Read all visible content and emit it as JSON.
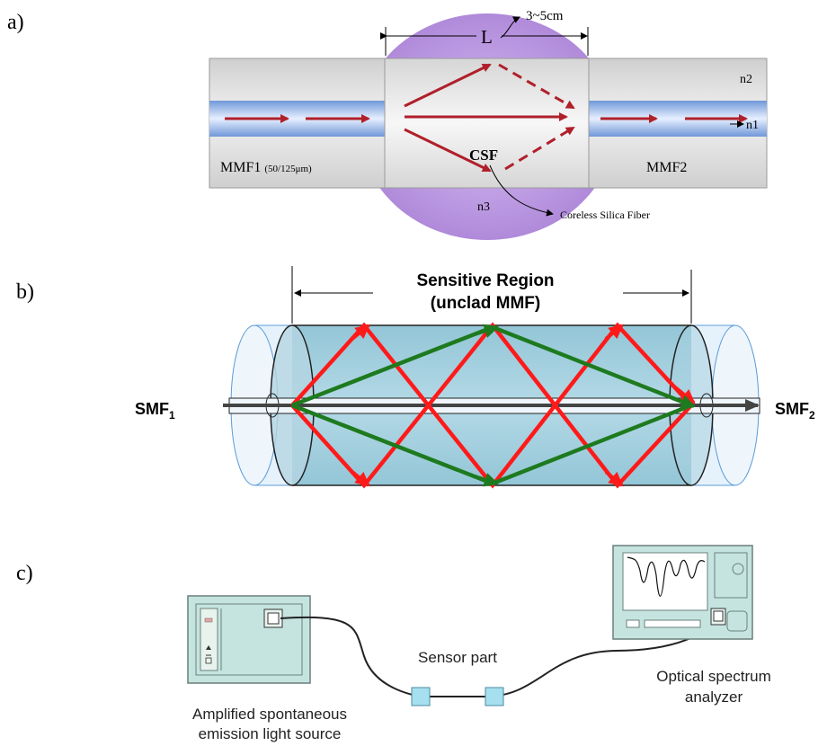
{
  "panels": {
    "a": {
      "tag": "a)",
      "length_label": "L",
      "length_value": "3~5cm",
      "left_fiber": "MMF1",
      "left_fiber_spec": "(50/125μm)",
      "right_fiber": "MMF2",
      "center_label": "CSF",
      "index_n1": "n1",
      "index_n2": "n2",
      "index_n3": "n3",
      "callout": "Coreless Silica Fiber"
    },
    "b": {
      "tag": "b)",
      "title_line1": "Sensitive Region",
      "title_line2": "(unclad MMF)",
      "left_port": "SMF",
      "left_port_sub": "1",
      "right_port": "SMF",
      "right_port_sub": "2"
    },
    "c": {
      "tag": "c)",
      "source_line1": "Amplified spontaneous",
      "source_line2": "emission light source",
      "sensor_label": "Sensor part",
      "analyzer_line1": "Optical spectrum",
      "analyzer_line2": "analyzer"
    }
  },
  "colors": {
    "cladding": "#d8d8d8",
    "core": "#a9c6ee",
    "ray_red": "#b0202a",
    "ellipse": "#b490df",
    "mmf_fill": "#a8d2e0",
    "ray_bright_red": "#ff1a1a",
    "ray_green": "#1e7a1e",
    "device_fill": "#c5e4e0",
    "connector": "#a6e0ef"
  }
}
